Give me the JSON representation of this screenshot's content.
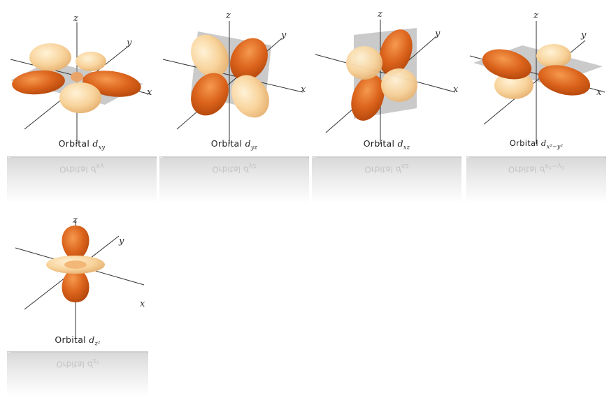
{
  "orbitals": [
    {
      "label_prefix": "Orbital",
      "label_symbol": "d",
      "label_sub": "xy"
    },
    {
      "label_prefix": "Orbital",
      "label_symbol": "d",
      "label_sub": "yz"
    },
    {
      "label_prefix": "Orbital",
      "label_symbol": "d",
      "label_sub": "xz"
    },
    {
      "label_prefix": "Orbital",
      "label_symbol": "d",
      "label_sub": "x²−y²"
    },
    {
      "label_prefix": "Orbital",
      "label_symbol": "d",
      "label_sub": "z²"
    }
  ],
  "axes": {
    "x": "x",
    "y": "y",
    "z": "z"
  },
  "colors": {
    "lobe_dark": "#d9611b",
    "lobe_light": "#f6cf95",
    "plane": "#9e9e9e"
  }
}
